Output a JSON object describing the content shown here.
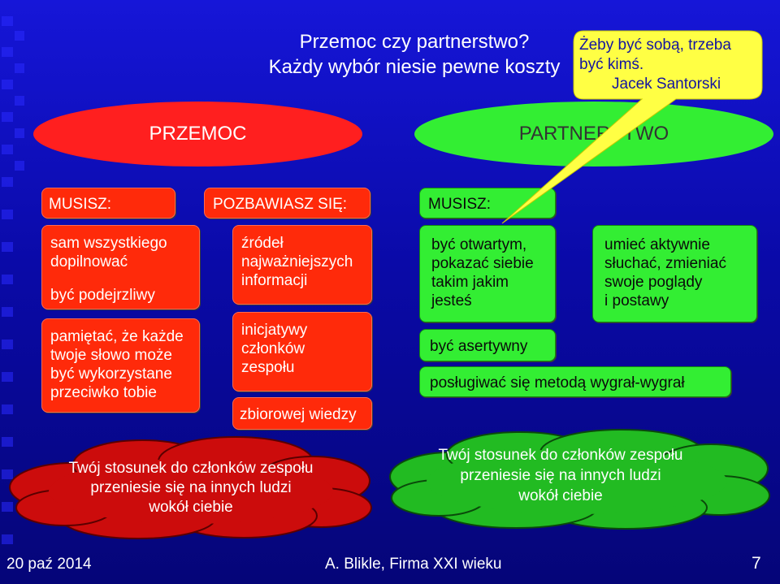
{
  "slide": {
    "title_line1": "Przemoc czy partnerstwo?",
    "title_line2": "Każdy wybór niesie pewne koszty"
  },
  "callout": {
    "line1": "Żeby być sobą, trzeba",
    "line2": "być kimś.",
    "author": "Jacek Santorski"
  },
  "left": {
    "header": "PRZEMOC",
    "must_label": "MUSISZ:",
    "deprive_label": "POZBAWIASZ SIĘ:",
    "must_items": [
      [
        "sam wszystkiego",
        "dopilnować"
      ],
      [
        "być podejrzliwy"
      ],
      [
        "pamiętać, że każde",
        "twoje słowo może",
        "być wykorzystane",
        "przeciwko tobie"
      ]
    ],
    "deprive_items": [
      [
        "źródeł",
        "najważniejszych",
        "informacji"
      ],
      [
        "inicjatywy",
        "członków",
        "zespołu"
      ],
      [
        "zbiorowej wiedzy"
      ]
    ],
    "cloud": [
      "Twój stosunek do członków zespołu",
      "przeniesie się na innych ludzi",
      "wokół ciebie"
    ]
  },
  "right": {
    "header": "PARTNERSTWO",
    "must_label": "MUSISZ:",
    "items": [
      [
        "być otwartym,",
        "pokazać siebie",
        "takim jakim",
        "jesteś"
      ],
      [
        "umieć aktywnie",
        "słuchać, zmieniać",
        "swoje poglądy",
        "i postawy"
      ],
      [
        "być asertywny"
      ],
      [
        "posługiwać się metodą wygrał-wygrał"
      ]
    ],
    "cloud": [
      "Twój stosunek do członków zespołu",
      "przeniesie się na innych ludzi",
      "wokół ciebie"
    ]
  },
  "footer": {
    "date": "20 paź 2014",
    "author": "A. Blikle, Firma XXI wieku",
    "page": "7"
  },
  "colors": {
    "red": "#ff2a0a",
    "green": "#33ee33",
    "yellow": "#ffff44",
    "background": "#0a0aa8"
  }
}
